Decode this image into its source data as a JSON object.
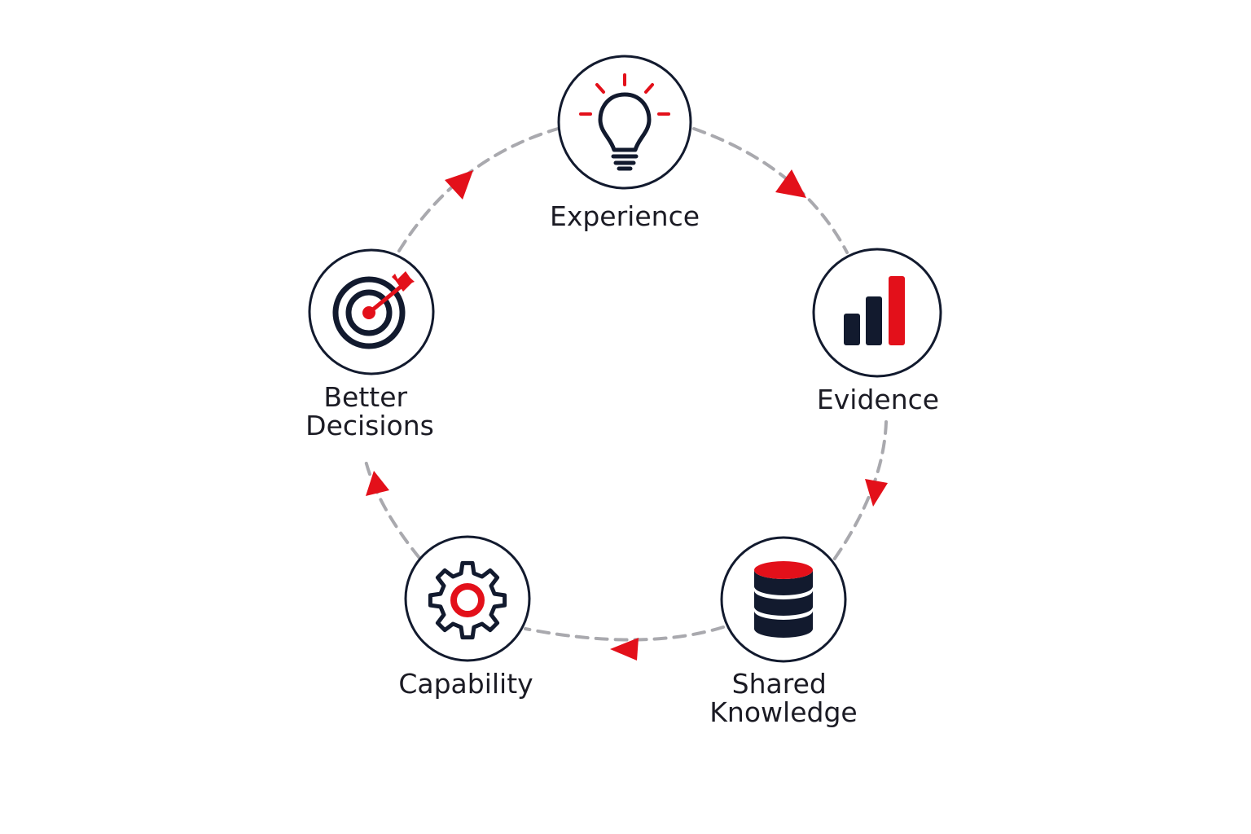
{
  "colors": {
    "accent": "#e3101a",
    "navy": "#121a2e",
    "connector": "#a9a9ae",
    "text": "#1b1b24"
  },
  "nodes": [
    {
      "id": "experience",
      "icon": "lightbulb-icon",
      "label_lines": [
        "Experience"
      ]
    },
    {
      "id": "evidence",
      "icon": "bar-chart-icon",
      "label_lines": [
        "Evidence"
      ]
    },
    {
      "id": "shared-knowledge",
      "icon": "database-icon",
      "label_lines": [
        "Shared",
        "Knowledge"
      ]
    },
    {
      "id": "capability",
      "icon": "gear-icon",
      "label_lines": [
        "Capability"
      ]
    },
    {
      "id": "better-decisions",
      "icon": "target-icon",
      "label_lines": [
        "Better",
        "Decisions"
      ]
    }
  ]
}
